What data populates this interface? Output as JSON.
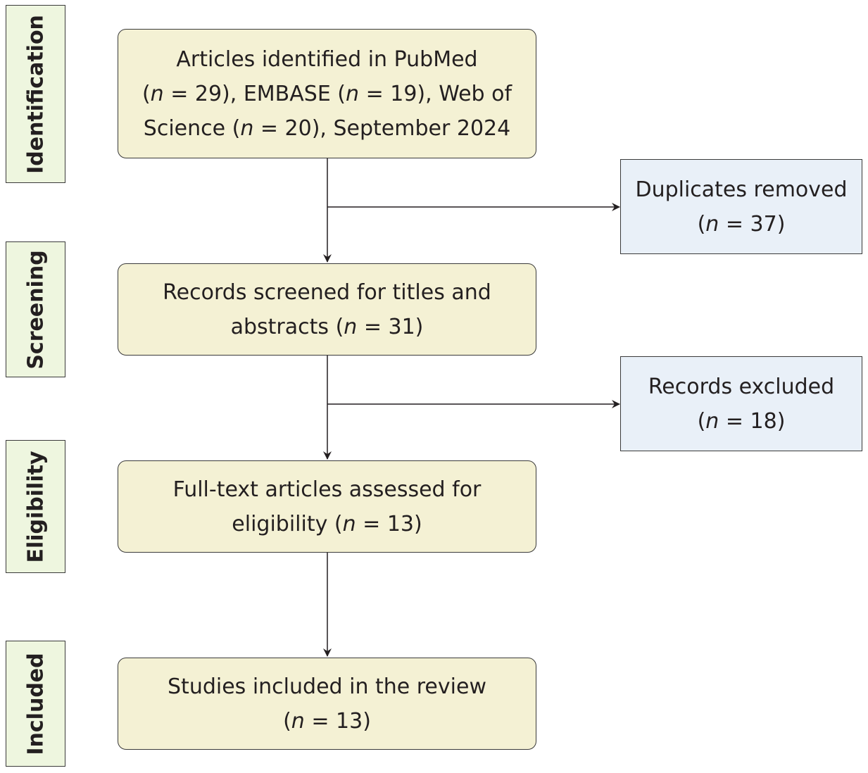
{
  "stages": {
    "identification": "Identification",
    "screening": "Screening",
    "eligibility": "Eligibility",
    "included": "Included"
  },
  "boxes": {
    "identified": {
      "line1": "Articles identified in PubMed",
      "line2_a": "(",
      "n_symbol": "n",
      "line2_b": " = 29), EMBASE (",
      "line2_c": " = 19), Web of",
      "line3_a": "Science (",
      "line3_b": " = 20), September 2024"
    },
    "duplicates": {
      "line1": "Duplicates removed",
      "open": "(",
      "n_symbol": "n",
      "rest": " = 37)"
    },
    "screened": {
      "line1": "Records screened for titles and",
      "line2_a": "abstracts (",
      "n_symbol": "n",
      "line2_b": " = 31)"
    },
    "excluded": {
      "line1": "Records excluded",
      "open": "(",
      "n_symbol": "n",
      "rest": " = 18)"
    },
    "fulltext": {
      "line1": "Full-text articles assessed for",
      "line2_a": "eligibility (",
      "n_symbol": "n",
      "line2_b": " = 13)"
    },
    "included": {
      "line1": "Studies included in the review",
      "open": "(",
      "n_symbol": "n",
      "rest": " = 13)"
    }
  },
  "colors": {
    "stage_fill": "#eef6df",
    "main_box_fill": "#f4f1d4",
    "side_box_fill": "#e9f0f8",
    "stroke": "#3a3a3a",
    "text": "#231f20"
  }
}
